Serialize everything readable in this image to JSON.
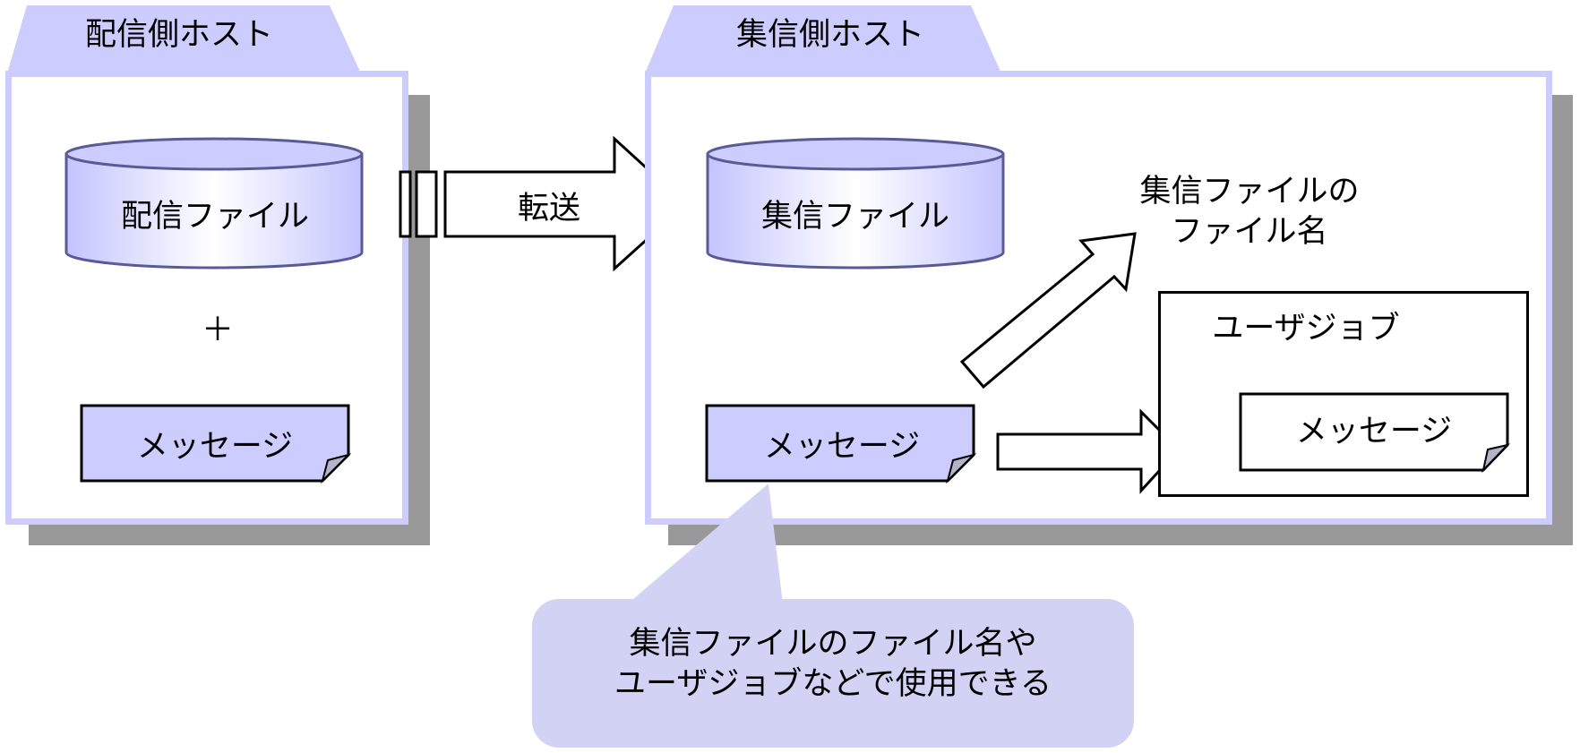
{
  "sender_host": {
    "title": "配信側ホスト",
    "file_label": "配信ファイル",
    "plus": "＋",
    "message_label": "メッセージ"
  },
  "transfer": {
    "label": "転送"
  },
  "receiver_host": {
    "title": "集信側ホスト",
    "file_label": "集信ファイル",
    "filename_line1": "集信ファイルの",
    "filename_line2": "ファイル名",
    "message_label": "メッセージ",
    "user_job": {
      "title": "ユーザジョブ",
      "message_label": "メッセージ"
    }
  },
  "callout": {
    "line1": "集信ファイルのファイル名や",
    "line2": "ユーザジョブなどで使用できる"
  },
  "colors": {
    "lavender": "#ccccff",
    "callout": "#d2d2f5",
    "shadow": "#999999",
    "cylinder_edge": "#5a5a96"
  }
}
